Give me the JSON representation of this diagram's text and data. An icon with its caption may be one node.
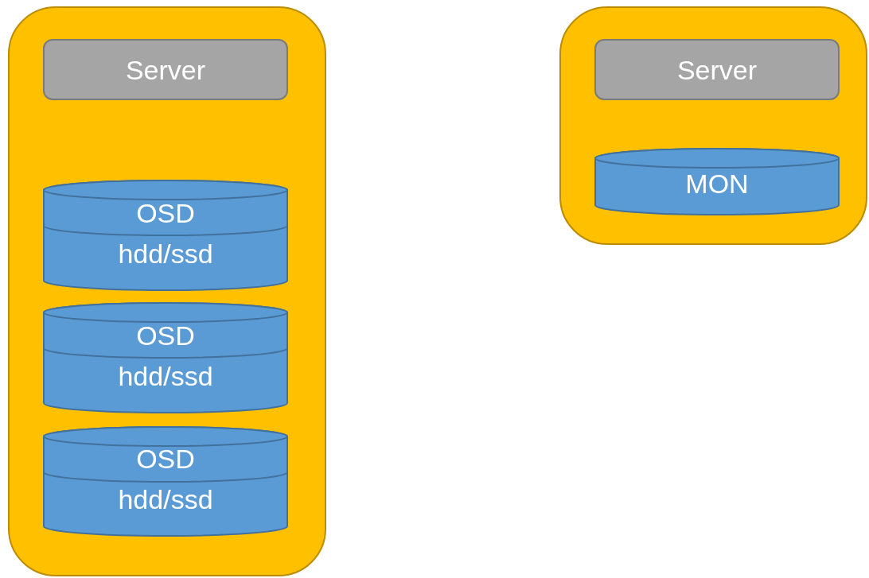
{
  "diagram": {
    "nodes": [
      {
        "text": [],
        "shape": "box"
      },
      {
        "text": [
          "Server"
        ],
        "in": 0
      },
      {
        "text": [
          "OSD",
          "hdd/ssd"
        ],
        "in": 0
      },
      {
        "text": [
          "OSD",
          "hdd/ssd"
        ],
        "in": 0
      },
      {
        "text": [
          "OSD",
          "hdd/ssd"
        ],
        "in": 0
      },
      {
        "text": [],
        "shape": "box"
      },
      {
        "text": [
          "Server"
        ],
        "in": 5
      },
      {
        "text": [
          "MON"
        ],
        "in": 5
      }
    ]
  }
}
